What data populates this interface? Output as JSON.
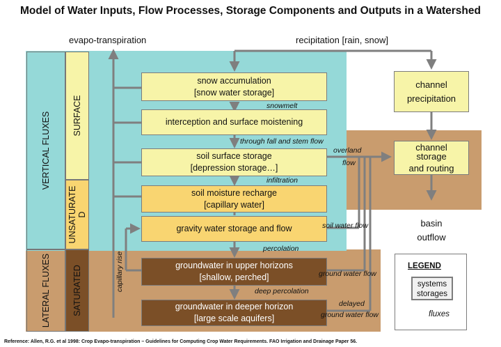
{
  "title": "Model of Water Inputs, Flow Processes, Storage Components and Outputs in a Watershed",
  "headers": {
    "evapotranspiration": "evapo-transpiration",
    "precipitation": "recipitation [rain, snow]"
  },
  "side_labels": {
    "vertical_fluxes": "VERTICAL  FLUXES",
    "lateral_fluxes": "LATERAL FLUXES",
    "surface": "SURFACE",
    "unsaturated": "UNSATURATE\nD",
    "saturated": "SATURATED"
  },
  "boxes": {
    "snow": {
      "line1": "snow accumulation",
      "line2": "[snow water storage]"
    },
    "interception": {
      "line1": "interception and surface moistening"
    },
    "soil_surface": {
      "line1": "soil surface storage",
      "line2": "[depression storage…]"
    },
    "soil_moisture": {
      "line1": "soil moisture recharge",
      "line2": "[capillary water]"
    },
    "gravity": {
      "line1": "gravity water storage and flow"
    },
    "gw_upper": {
      "line1": "groundwater in upper horizons",
      "line2": "[shallow, perched]"
    },
    "gw_deeper": {
      "line1": "groundwater in deeper horizon",
      "line2": "[large scale aquifers]"
    },
    "channel_precip": {
      "line1": "channel",
      "line2": "precipitation"
    },
    "channel_storage": {
      "line1": "channel",
      "line2": "storage",
      "line3": "and routing"
    }
  },
  "flow_labels": {
    "snowmelt": "snowmelt",
    "throughfall": "through fall and stem flow",
    "overland1": "overland",
    "overland2": "flow",
    "infiltration": "infiltration",
    "soil_water_flow": "soil water flow",
    "percolation": "percolation",
    "capillary_rise": "capillary rise",
    "ground_water_flow": "ground water flow",
    "deep_percolation": "deep percolation",
    "delayed1": "delayed",
    "delayed2": "ground water flow"
  },
  "basin_outflow": {
    "line1": "basin",
    "line2": "outflow"
  },
  "legend": {
    "title": "LEGEND",
    "systems1": "systems",
    "systems2": "storages",
    "fluxes": "fluxes"
  },
  "reference": "Reference: Allen, R.G. et al 1998: Crop Evapo-transpiration – Guidelines for Computing Crop Water Requirements. FAO Irrigation and Drainage Paper 56.",
  "colors": {
    "cyan": "#95d9d8",
    "tan": "#c99c6e",
    "yellow": "#f7f4a8",
    "orange": "#f9d571",
    "brown": "#7b4f27",
    "arrow": "#7f7f7f"
  }
}
